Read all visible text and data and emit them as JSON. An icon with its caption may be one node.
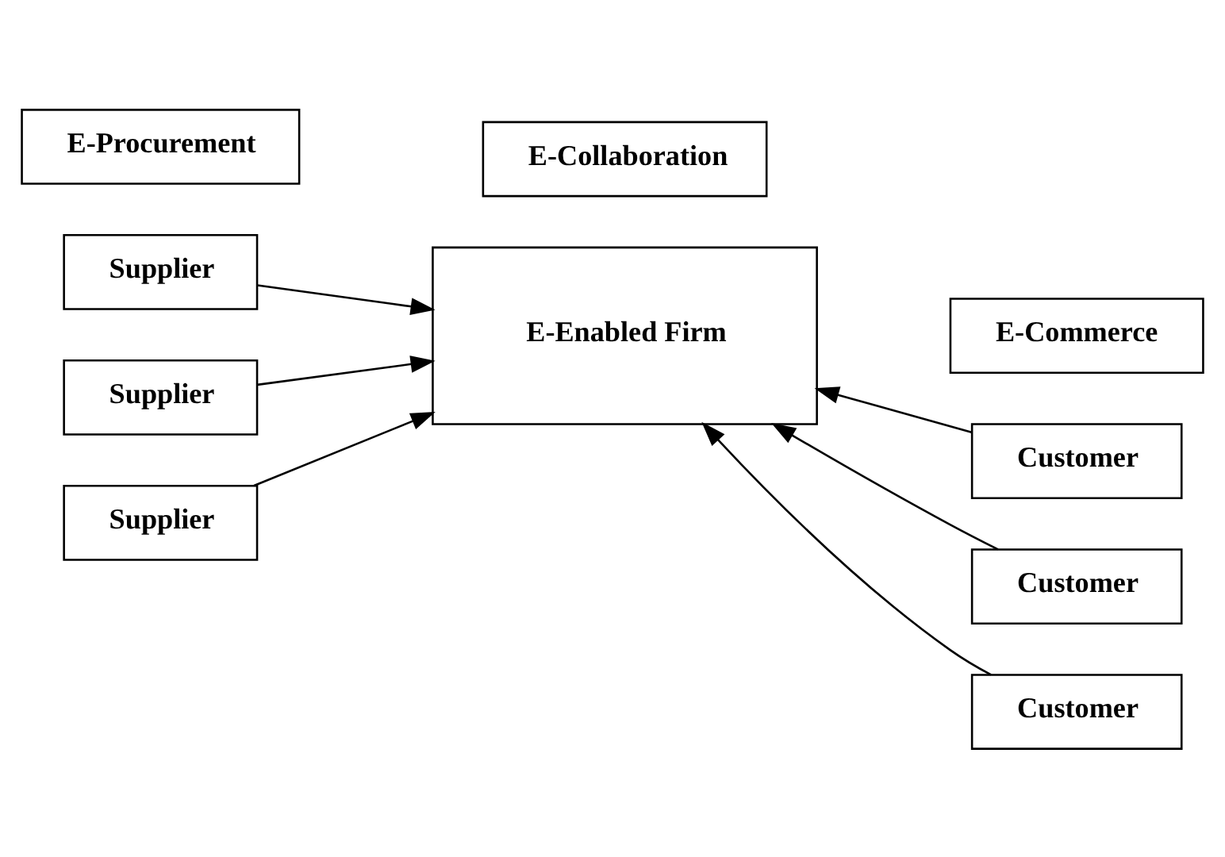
{
  "diagram": {
    "nodes": [
      {
        "text": [
          "E-Procurement"
        ]
      },
      {
        "text": [
          "E-Commerce"
        ]
      },
      {
        "text": [
          "Supplier"
        ]
      },
      {
        "text": [
          "Supplier"
        ]
      },
      {
        "text": [
          "Supplier"
        ]
      },
      {
        "text": [
          "E-Enabled Firm"
        ]
      },
      {
        "text": [
          "Customer"
        ]
      },
      {
        "text": [
          "Customer"
        ]
      },
      {
        "text": [
          "Customer"
        ]
      },
      {
        "text": [
          "E-Collaboration"
        ]
      }
    ],
    "edges": [
      {
        "from": 2,
        "to": 5,
        "arrow": "to"
      },
      {
        "from": 3,
        "to": 5,
        "arrow": "to"
      },
      {
        "from": 4,
        "to": 5,
        "arrow": "to"
      },
      {
        "from": 6,
        "to": 5,
        "arrow": "to"
      },
      {
        "from": 7,
        "to": 5,
        "arrow": "to"
      },
      {
        "from": 8,
        "to": 5,
        "arrow": "to"
      }
    ]
  }
}
